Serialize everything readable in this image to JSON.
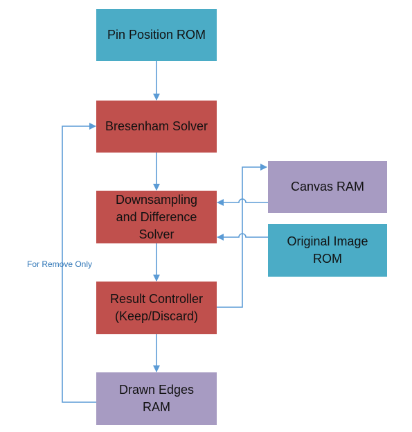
{
  "colors": {
    "teal": "#4bacc6",
    "red": "#c0504d",
    "purple": "#a79bc2",
    "arrow": "#5b9bd5",
    "label": "#2e75b6"
  },
  "nodes": {
    "pin_position_rom": {
      "label": "Pin Position ROM"
    },
    "bresenham_solver": {
      "label": "Bresenham Solver"
    },
    "downsampling_solver": {
      "label": "Downsampling\nand Difference\nSolver"
    },
    "canvas_ram": {
      "label": "Canvas RAM"
    },
    "original_image_rom": {
      "label": "Original Image\nROM"
    },
    "result_controller": {
      "label": "Result Controller\n(Keep/Discard)"
    },
    "drawn_edges_ram": {
      "label": "Drawn Edges\nRAM"
    }
  },
  "edges": {
    "remove_loop_label": "For Remove Only"
  }
}
